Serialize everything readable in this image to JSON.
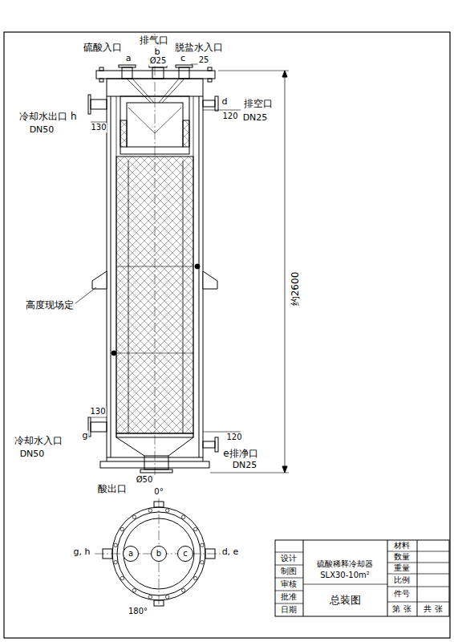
{
  "diagram": {
    "nodes": [
      {
        "text": [
          "a"
        ]
      },
      {
        "text": [
          "b"
        ]
      },
      {
        "text": [
          "c"
        ]
      }
    ],
    "labels": [
      "硫酸入口",
      "排气口",
      "脱盐水入口",
      "a",
      "b",
      "c",
      "Ø25",
      "25",
      "冷却水出口 h",
      "DN50",
      "130",
      "d",
      "120",
      "排空口",
      "DN25",
      "高度现场定",
      "约2600",
      "130",
      "冷却水入口",
      "g",
      "DN50",
      "120",
      "e排净口",
      "DN25",
      "Ø50",
      "酸出口",
      "0°",
      "g, h",
      "d, e",
      "180°",
      "设计",
      "制图",
      "审核",
      "批准",
      "日期",
      "硫酸稀释冷却器",
      "SLX30-10m²",
      "总装图",
      "材料",
      "数量",
      "重量",
      "比例",
      "件号",
      "第 张",
      "共 张"
    ]
  }
}
